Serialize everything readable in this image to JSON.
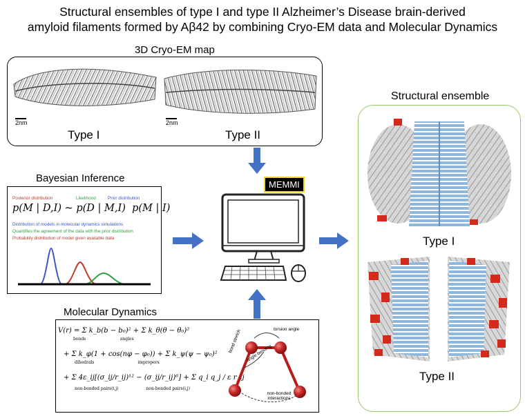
{
  "title": {
    "line1": "Structural ensembles of type I and type II Alzheimer’s Disease  brain-derived",
    "line2": "amyloid filaments formed by Aβ42 by combining Cryo-EM data and Molecular Dynamics"
  },
  "cryo_em": {
    "heading": "3D Cryo-EM map",
    "type1": "Type I",
    "type2": "Type II",
    "scale": "2nm"
  },
  "bayesian": {
    "heading": "Bayesian Inference",
    "posterior": "Posterior distribution",
    "likelihood": "Likelihood",
    "prior": "Prior distribution",
    "equation": "p(M | D,I) ~ p(D | M,I)  p(M | I)",
    "note_blue": "Distribution of models in molecular dynamics simulations",
    "note_green": "Quantifies the agreement of the data with the prior distribution",
    "note_red": "Probability distribution of model given available data"
  },
  "memmi": {
    "label": "MEMMI"
  },
  "md": {
    "heading": "Molecular Dynamics",
    "line1": "V(r) = Σ k_b(b − b₀)² + Σ k_θ(θ − θ₀)²",
    "line1_sub": "bonds                          angles",
    "line2": "+ Σ k_φ(1 + cos(nφ − φ₀)) + Σ k_ψ(ψ − ψ₀)²",
    "line2_sub": "dihedrals                                 impropers",
    "line3": "+ Σ 4ε_ij[(σ_ij/r_ij)¹² − (σ_ij/r_ij)⁶] + Σ q_i q_j / ε r_ij",
    "line3_sub": "non-bonded pairs(i,j)                     non-bonded pairs(i,j)",
    "torsion": "torsion angle",
    "bond": "bond stretch",
    "angle": "angle bending",
    "nonbonded": "non-bonded\ninteractions"
  },
  "ensemble": {
    "heading": "Structural ensemble",
    "type1": "Type I",
    "type2": "Type II"
  },
  "colors": {
    "arrow": "#4472c4",
    "green_border": "#9bc46a",
    "ribbon": "#8fb7dc",
    "helix_red": "#d42a1e",
    "atom_red": "#b71c1c",
    "posterior": "#c0392b",
    "likelihood": "#2e9e3e",
    "prior": "#3a56c8"
  }
}
